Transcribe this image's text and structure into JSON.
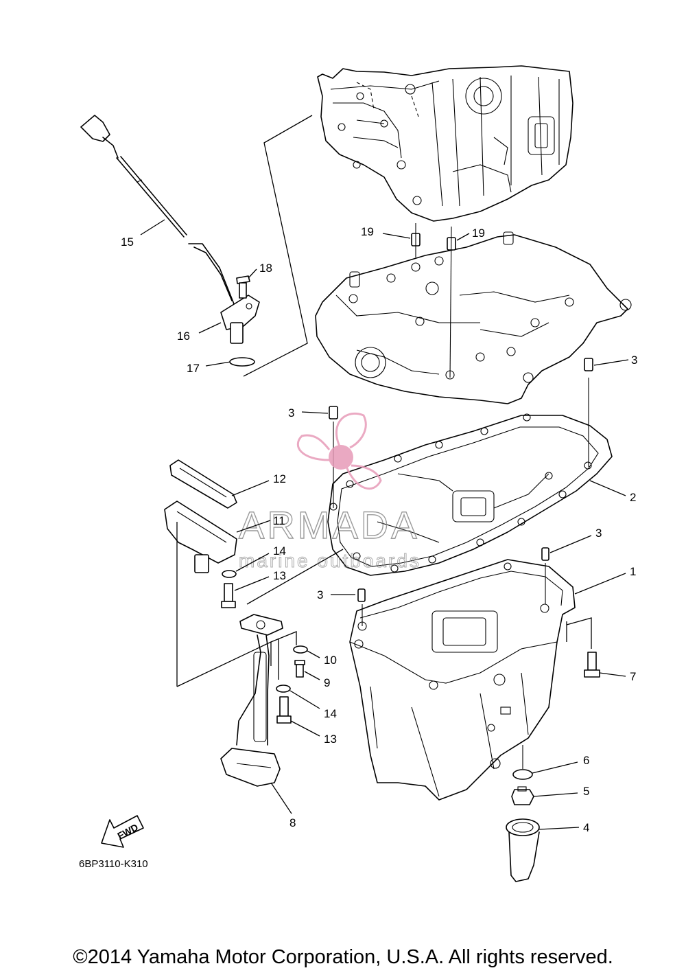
{
  "diagram": {
    "part_code": "6BP3110-K310",
    "fwd_label": "FWD",
    "watermark": {
      "brand": "ARMADA",
      "tagline": "marine outboards",
      "accent_color": "#e79bb8"
    },
    "callouts": [
      "1",
      "2",
      "3",
      "3",
      "3",
      "3",
      "4",
      "5",
      "6",
      "7",
      "8",
      "9",
      "10",
      "11",
      "12",
      "13",
      "13",
      "14",
      "14",
      "15",
      "16",
      "17",
      "18",
      "19",
      "19"
    ]
  },
  "footer": {
    "copyright": "©2014 Yamaha Motor Corporation, U.S.A. All rights reserved."
  }
}
